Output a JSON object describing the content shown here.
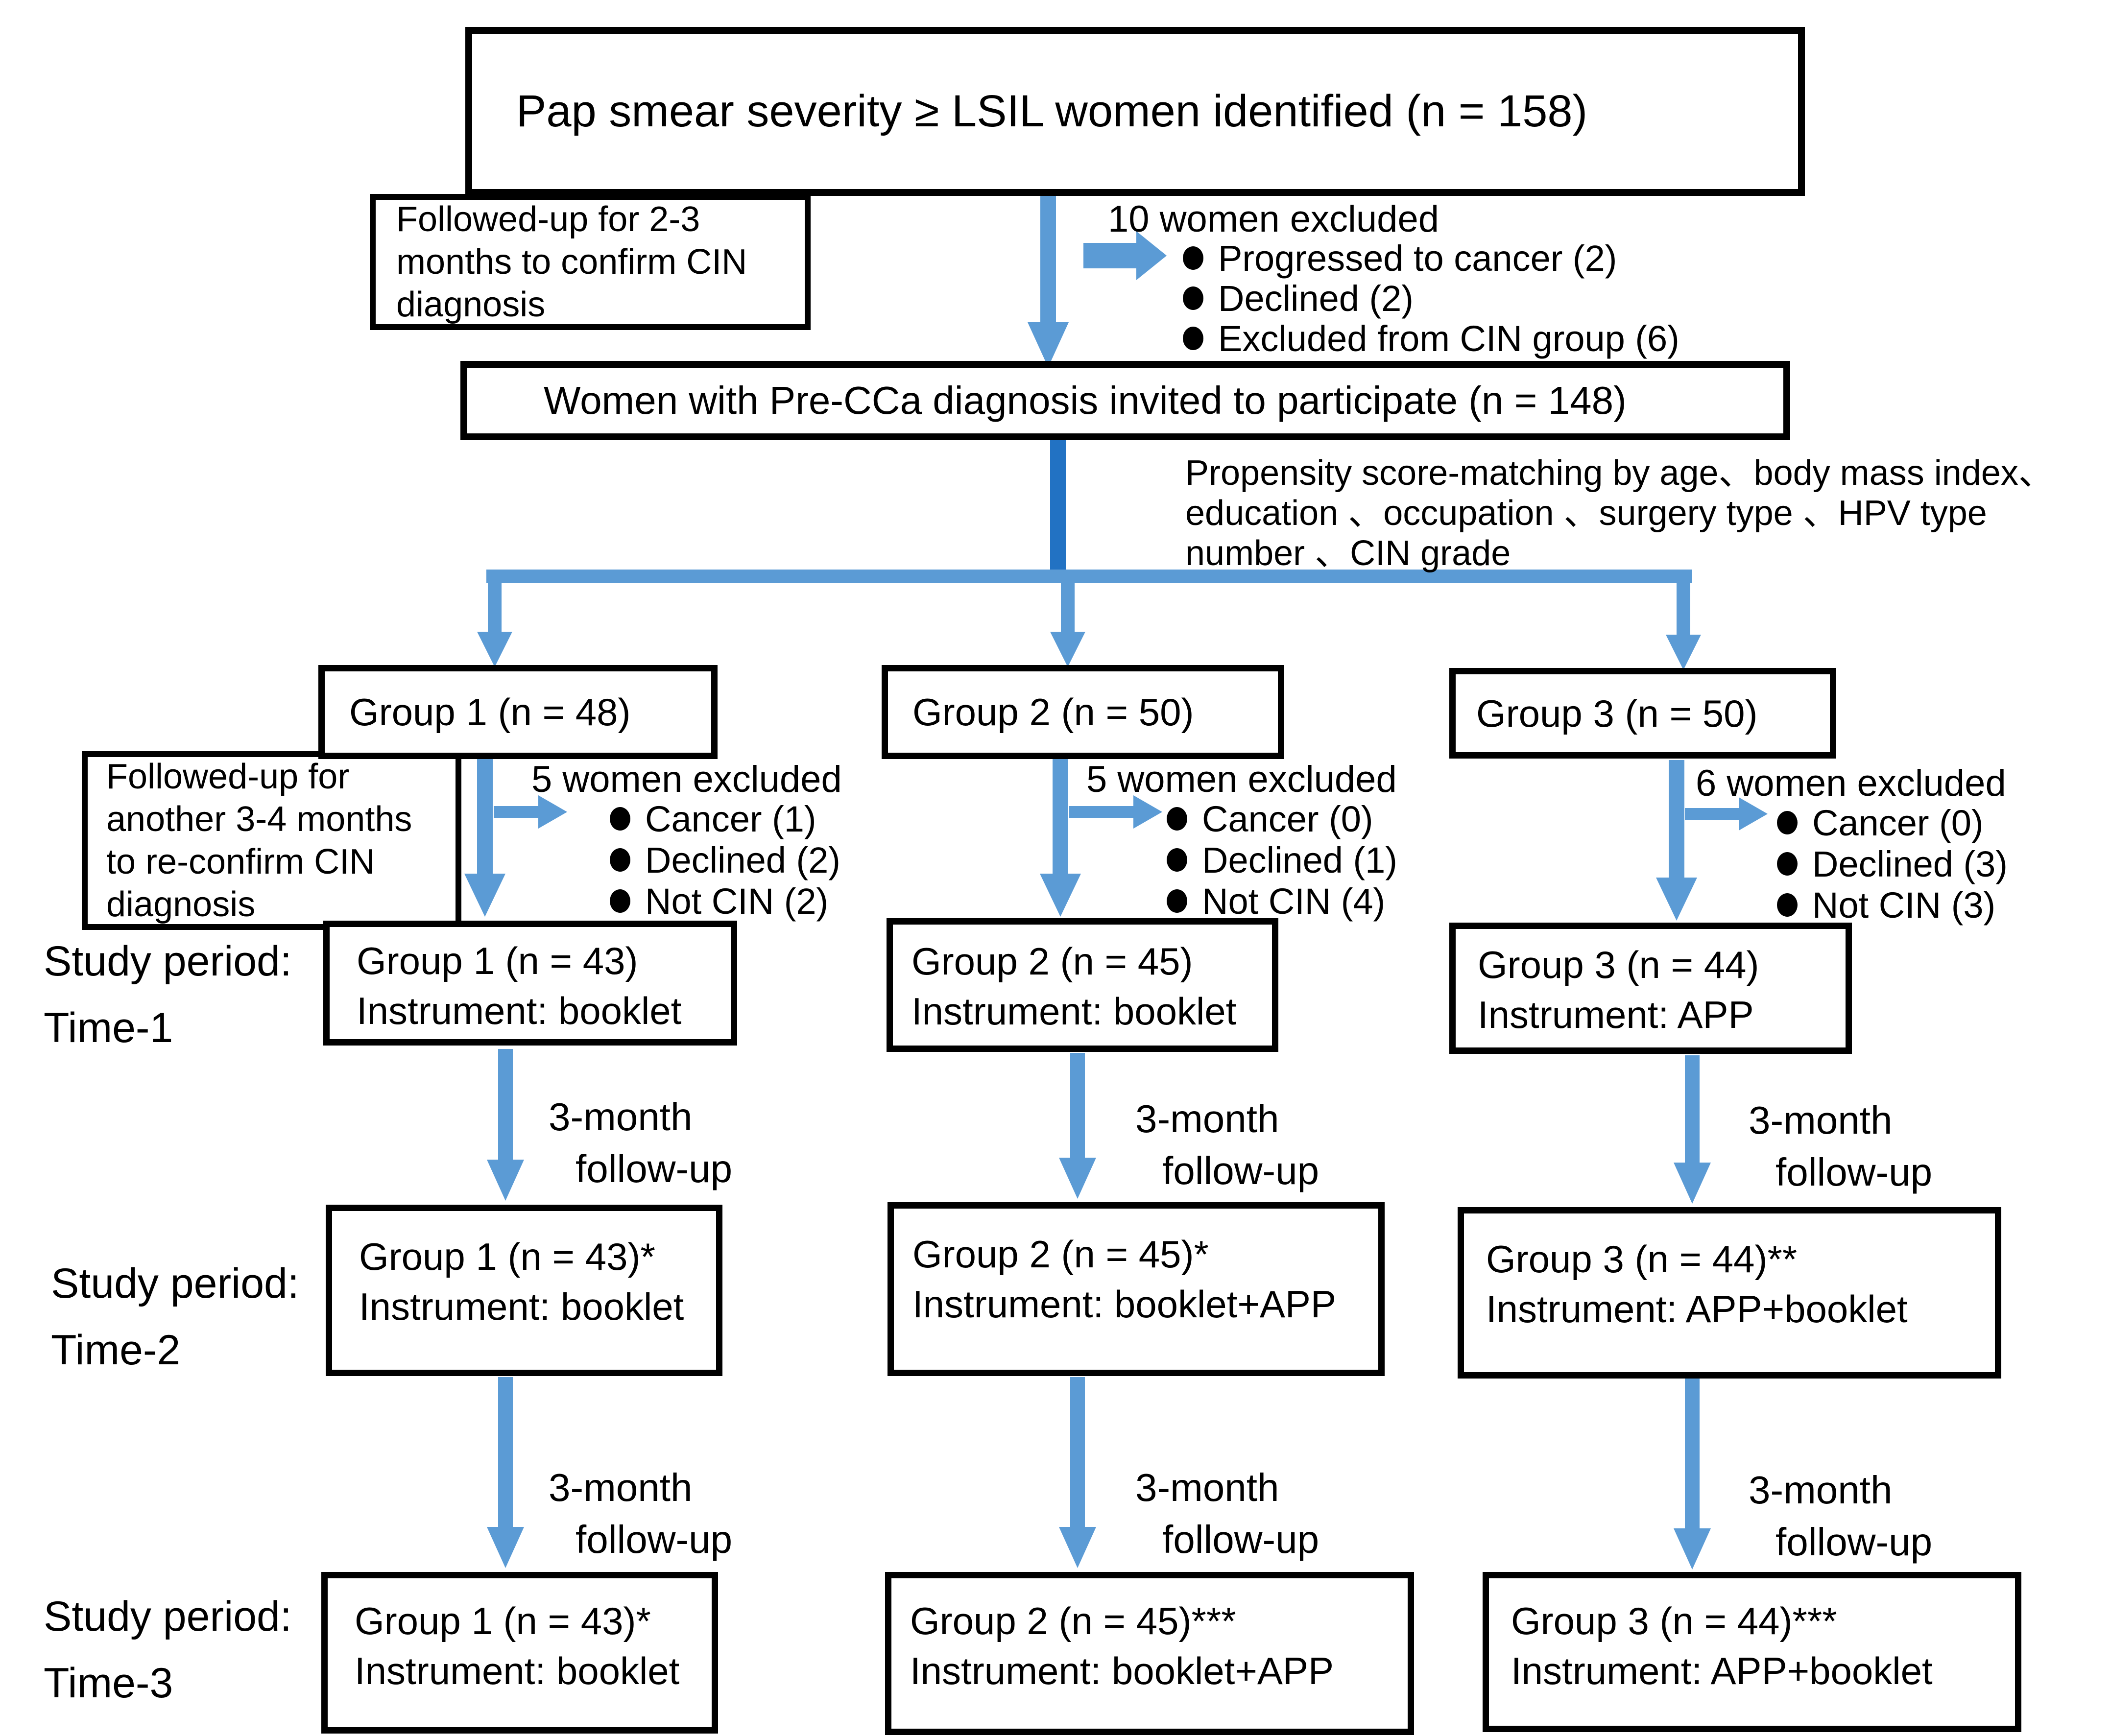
{
  "colors": {
    "arrow_light_blue": "#5B9BD5",
    "connector_blue": "#2272C3",
    "box_border": "#000000",
    "background": "#FFFFFF",
    "text": "#000000"
  },
  "icons": {
    "bullet": "●",
    "flow_arrow": "block-arrow"
  },
  "top_box": {
    "text": "Pap smear severity ≥ LSIL women identified (n = 158)"
  },
  "followup_note_1": {
    "lines": [
      "Followed-up for 2-3",
      "months to confirm CIN",
      "diagnosis"
    ]
  },
  "top_exclusion": {
    "header": "10 women excluded",
    "items": [
      "Progressed to cancer (2)",
      "Declined (2)",
      "Excluded from CIN group (6)"
    ]
  },
  "invite_box": {
    "text": "Women with Pre-CCa diagnosis invited to participate (n = 148)"
  },
  "matching_note": {
    "lines": [
      "Propensity score-matching by age、body mass index、",
      "education 、occupation 、surgery type 、HPV type",
      "number 、CIN grade"
    ]
  },
  "followup_note_2": {
    "lines": [
      "Followed-up for",
      "another 3-4 months",
      "to re-confirm CIN",
      "diagnosis"
    ]
  },
  "followup_arrow_label": {
    "line1": "3-month",
    "line2": "follow-up"
  },
  "period_labels": [
    {
      "line1": "Study period:",
      "line2": "Time-1"
    },
    {
      "line1": "Study period:",
      "line2": "Time-2"
    },
    {
      "line1": "Study period:",
      "line2": "Time-3"
    }
  ],
  "groups": [
    {
      "id": "group-1",
      "enrollment": "Group 1 (n = 48)",
      "exclusion": {
        "header": "5 women excluded",
        "items": [
          "Cancer (1)",
          "Declined (2)",
          "Not CIN (2)"
        ]
      },
      "time1": {
        "line1": "Group 1 (n = 43)",
        "line2": "Instrument: booklet"
      },
      "time2": {
        "line1": "Group 1 (n = 43)*",
        "line2": "Instrument: booklet"
      },
      "time3": {
        "line1": "Group 1 (n = 43)*",
        "line2": "Instrument: booklet"
      }
    },
    {
      "id": "group-2",
      "enrollment": "Group 2 (n = 50)",
      "exclusion": {
        "header": "5 women excluded",
        "items": [
          "Cancer (0)",
          "Declined (1)",
          "Not CIN (4)"
        ]
      },
      "time1": {
        "line1": "Group 2 (n = 45)",
        "line2": "Instrument: booklet"
      },
      "time2": {
        "line1": "Group 2 (n = 45)*",
        "line2": "Instrument: booklet+APP"
      },
      "time3": {
        "line1": "Group 2 (n = 45)***",
        "line2": "Instrument: booklet+APP"
      }
    },
    {
      "id": "group-3",
      "enrollment": "Group 3 (n = 50)",
      "exclusion": {
        "header": "6 women excluded",
        "items": [
          "Cancer (0)",
          "Declined (3)",
          "Not CIN (3)"
        ]
      },
      "time1": {
        "line1": "Group 3 (n = 44)",
        "line2": "Instrument: APP"
      },
      "time2": {
        "line1": "Group 3 (n = 44)**",
        "line2": "Instrument: APP+booklet"
      },
      "time3": {
        "line1": "Group 3 (n = 44)***",
        "line2": "Instrument: APP+booklet"
      }
    }
  ]
}
